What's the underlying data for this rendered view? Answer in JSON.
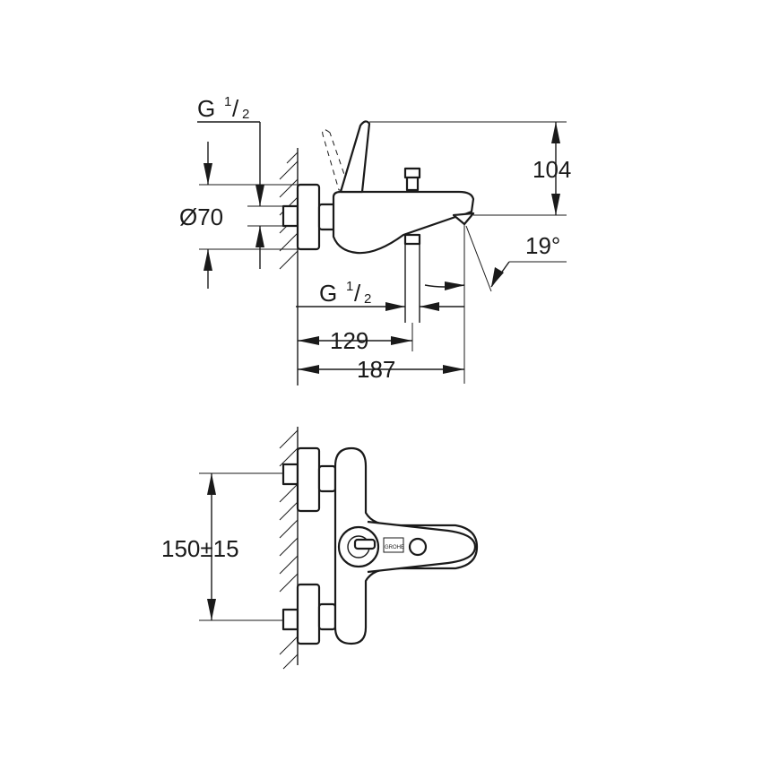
{
  "labels": {
    "inlet_thread_top": {
      "main": "G",
      "sup": "1",
      "sub": "2"
    },
    "diameter": "Ø70",
    "spout_height": "104",
    "spout_angle": "19°",
    "outlet_thread": {
      "main": "G",
      "sup": "1",
      "sub": "2"
    },
    "outlet_distance": "129",
    "total_projection": "187",
    "inlet_spacing": "150±15"
  },
  "logo": {
    "text": "GROHE"
  },
  "colors": {
    "line": "#1a1a1a",
    "background": "#ffffff"
  }
}
